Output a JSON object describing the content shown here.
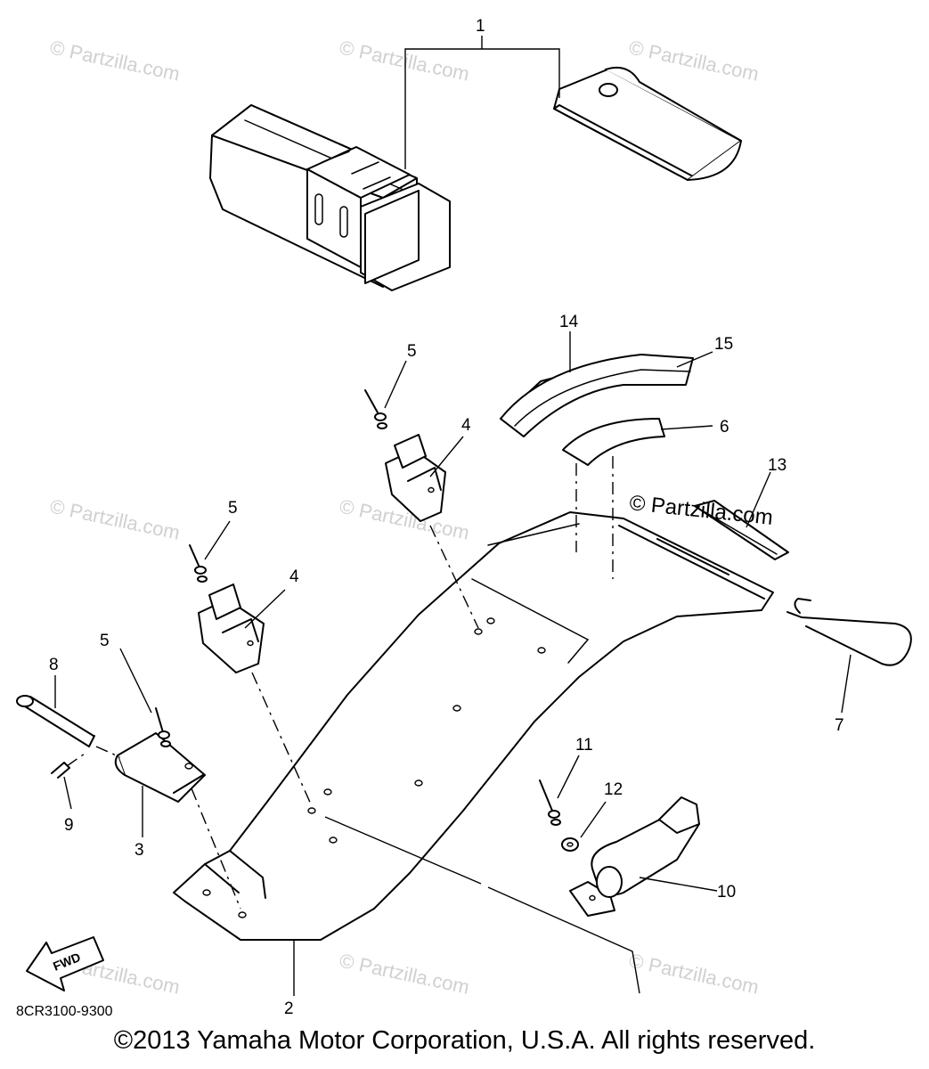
{
  "diagram": {
    "catalog_code": "8CR3100-9300",
    "fwd_label": "FWD",
    "copyright": "©2013 Yamaha Motor Corporation, U.S.A. All rights reserved.",
    "watermark": "© Partzilla.com",
    "callouts": [
      {
        "id": "1",
        "label": "1"
      },
      {
        "id": "2",
        "label": "2"
      },
      {
        "id": "3",
        "label": "3"
      },
      {
        "id": "4a",
        "label": "4"
      },
      {
        "id": "4b",
        "label": "4"
      },
      {
        "id": "5a",
        "label": "5"
      },
      {
        "id": "5b",
        "label": "5"
      },
      {
        "id": "5c",
        "label": "5"
      },
      {
        "id": "6",
        "label": "6"
      },
      {
        "id": "7",
        "label": "7"
      },
      {
        "id": "8",
        "label": "8"
      },
      {
        "id": "9",
        "label": "9"
      },
      {
        "id": "10",
        "label": "10"
      },
      {
        "id": "11",
        "label": "11"
      },
      {
        "id": "12",
        "label": "12"
      },
      {
        "id": "13",
        "label": "13"
      },
      {
        "id": "14",
        "label": "14"
      },
      {
        "id": "15",
        "label": "15"
      }
    ]
  }
}
